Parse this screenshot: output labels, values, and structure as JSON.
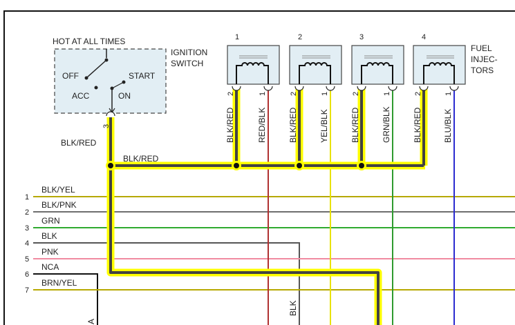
{
  "ignition_switch": {
    "hot_label": "HOT AT ALL TIMES",
    "title_line1": "IGNITION",
    "title_line2": "SWITCH",
    "positions": {
      "off": "OFF",
      "acc": "ACC",
      "start": "START",
      "on": "ON"
    },
    "pin": "3",
    "bg_color": "#e2eef4"
  },
  "main_feed": {
    "label_vertical": "BLK/RED",
    "label_horizontal": "BLK/RED",
    "color": "#424242",
    "highlight": "#ffff00"
  },
  "injectors": {
    "title_lines": [
      "FUEL",
      "INJEC-",
      "TORS"
    ],
    "pin_a": "2",
    "pin_b": "1",
    "items": [
      {
        "number": "1",
        "wire_a": "BLK/RED",
        "wire_b": "RED/BLK",
        "color_b": "#b03030"
      },
      {
        "number": "2",
        "wire_a": "BLK/RED",
        "wire_b": "YEL/BLK",
        "color_b": "#e8e200"
      },
      {
        "number": "3",
        "wire_a": "BLK/RED",
        "wire_b": "GRN/BLK",
        "color_b": "#2e9a2e"
      },
      {
        "number": "4",
        "wire_a": "BLK/RED",
        "wire_b": "BLU/BLK",
        "color_b": "#2a2ad0"
      }
    ]
  },
  "bus_lines": [
    {
      "number": "1",
      "label": "BLK/YEL",
      "color": "#b6a800"
    },
    {
      "number": "2",
      "label": "BLK/PNK",
      "color": "#6e6e6e"
    },
    {
      "number": "3",
      "label": "GRN",
      "color": "#2eaa2e"
    },
    {
      "number": "4",
      "label": "BLK",
      "color": "#555555"
    },
    {
      "number": "5",
      "label": "PNK",
      "color": "#f08aa0"
    },
    {
      "number": "6",
      "label": "NCA",
      "color": "#111111"
    },
    {
      "number": "7",
      "label": "BRN/YEL",
      "color": "#b6a800"
    }
  ],
  "blk_drop_label": "BLK",
  "left_drop_label": "A"
}
